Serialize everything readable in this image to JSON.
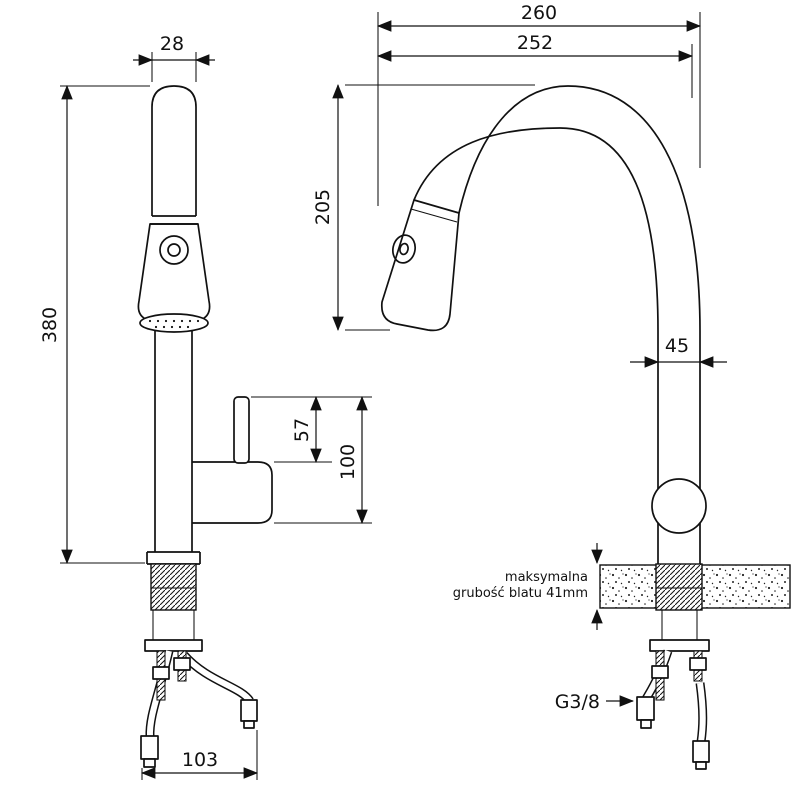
{
  "page": {
    "background": "#ffffff",
    "ink": "#111111"
  },
  "front_view": {
    "dimensions": {
      "spout_width": "28",
      "total_height": "380",
      "lever_height": "57",
      "handle_height": "100",
      "base_span": "103"
    }
  },
  "side_view": {
    "dimensions": {
      "total_reach": "260",
      "spout_reach": "252",
      "arc_height": "205",
      "body_width": "45"
    },
    "countertop_note": {
      "line1": "maksymalna",
      "line2": "grubość blatu 41mm"
    },
    "connector_thread": "G3/8"
  }
}
